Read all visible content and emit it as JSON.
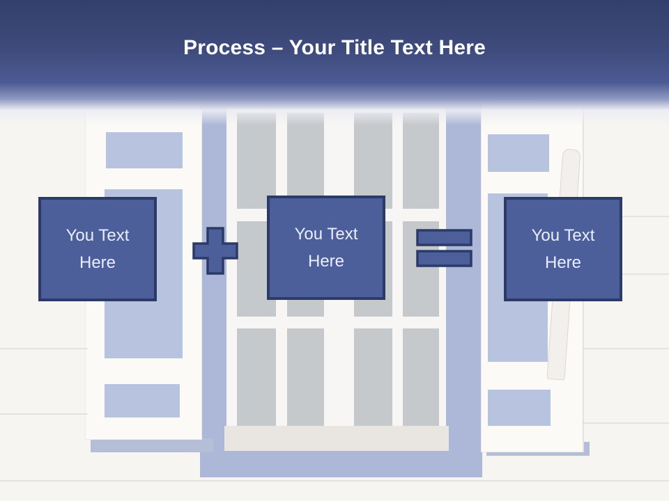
{
  "title": {
    "bold": "Process",
    "rest": " – Your Title Text Here"
  },
  "process": {
    "boxes": [
      {
        "label": "You Text Here"
      },
      {
        "label": "You Text Here"
      },
      {
        "label": "You Text Here"
      }
    ],
    "operators": [
      {
        "type": "plus",
        "icon": "plus-icon"
      },
      {
        "type": "equals",
        "icon": "equals-icon"
      }
    ]
  },
  "colors": {
    "header_top": "#333f6b",
    "header_bottom": "#4c5b95",
    "title_text": "#ffffff",
    "box_fill": "#4d5f9a",
    "box_border": "#2b3a66",
    "box_text": "#e9eef9",
    "window_frame": "#adb7d7",
    "shutter_panel": "#b8c3df",
    "glass_pane": "#c5c9cb",
    "wall": "#f7f5f2"
  }
}
